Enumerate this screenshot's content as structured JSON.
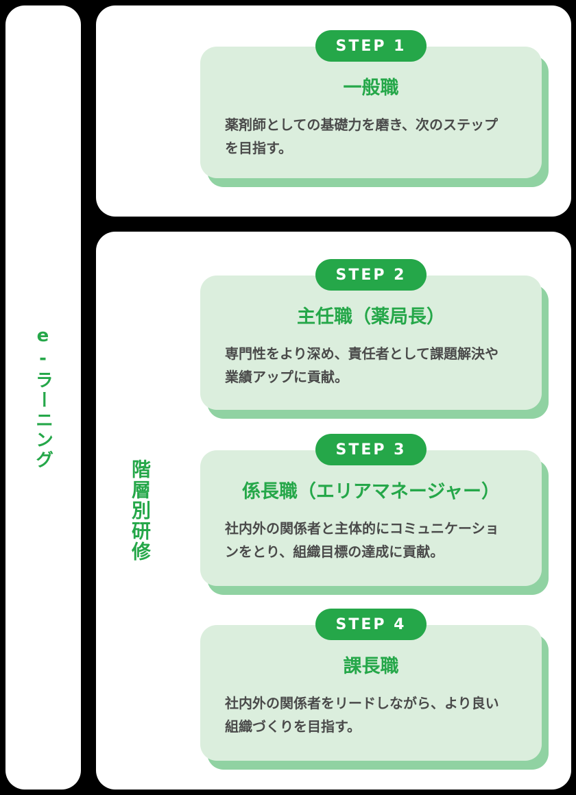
{
  "colors": {
    "accent_green": "#25a749",
    "card_background": "#dbeedd",
    "card_shadow_green": "#90d2a2",
    "panel_white": "#ffffff",
    "body_text": "#4a4a4a",
    "badge_text": "#ffffff"
  },
  "left_rail": {
    "label": "e-ラーニング"
  },
  "bottom_panel": {
    "label": "階層別研修"
  },
  "steps": [
    {
      "badge": "STEP 1",
      "title": "一般職",
      "description": "薬剤師としての基礎力を磨き、次のステップ\nを目指す。"
    },
    {
      "badge": "STEP 2",
      "title": "主任職（薬局長）",
      "description": "専門性をより深め、責任者として課題解決や\n業績アップに貢献。"
    },
    {
      "badge": "STEP 3",
      "title": "係長職（エリアマネージャー）",
      "description": "社内外の関係者と主体的にコミュニケーショ\nンをとり、組織目標の達成に貢献。"
    },
    {
      "badge": "STEP 4",
      "title": "課長職",
      "description": "社内外の関係者をリードしながら、より良い\n組織づくりを目指す。"
    }
  ]
}
